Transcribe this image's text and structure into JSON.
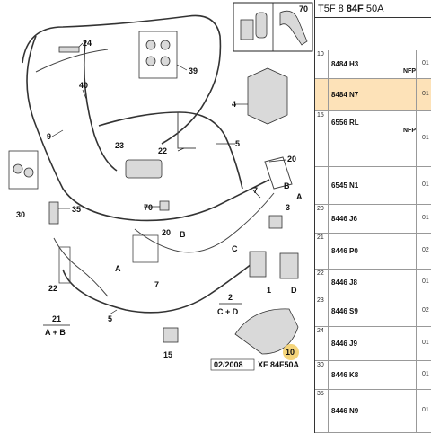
{
  "header": {
    "code_a": "T5F",
    "code_b": "8",
    "code_c": "84F",
    "code_d": "50A"
  },
  "diagram": {
    "callouts": [
      "24",
      "39",
      "40",
      "9",
      "4",
      "23",
      "22",
      "5",
      "20",
      "30",
      "35",
      "7",
      "70",
      "3",
      "C",
      "1",
      "D",
      "21",
      "A + B",
      "2",
      "C + D",
      "15",
      "10",
      "B",
      "A"
    ],
    "footer_date": "02/2008",
    "footer_ref": "XF 84F50A"
  },
  "parts_table": {
    "rows": [
      {
        "idx": "10",
        "ref": "8484 H3",
        "nfp": "NFP",
        "qty": "01",
        "highlight": false
      },
      {
        "idx": "",
        "ref": "8484 N7",
        "nfp": "",
        "qty": "01",
        "highlight": true
      },
      {
        "idx": "15",
        "ref": "6556 RL",
        "nfp": "NFP",
        "qty": "01",
        "highlight": false
      },
      {
        "idx": "",
        "ref": "6545 N1",
        "nfp": "",
        "qty": "01",
        "highlight": false
      },
      {
        "idx": "20",
        "ref": "8446 J6",
        "nfp": "",
        "qty": "01",
        "highlight": false
      },
      {
        "idx": "21",
        "ref": "8446 P0",
        "nfp": "",
        "qty": "02",
        "highlight": false
      },
      {
        "idx": "22",
        "ref": "8446 J8",
        "nfp": "",
        "qty": "01",
        "highlight": false
      },
      {
        "idx": "23",
        "ref": "8446 S9",
        "nfp": "",
        "qty": "02",
        "highlight": false
      },
      {
        "idx": "24",
        "ref": "8446 J9",
        "nfp": "",
        "qty": "01",
        "highlight": false
      },
      {
        "idx": "30",
        "ref": "8446 K8",
        "nfp": "",
        "qty": "01",
        "highlight": false
      },
      {
        "idx": "35",
        "ref": "8446 N9",
        "nfp": "",
        "qty": "01",
        "highlight": false
      }
    ]
  },
  "inset_callout": "70",
  "colors": {
    "highlight_row": "#fde2b8",
    "callout_fill": "#f4d47a"
  }
}
